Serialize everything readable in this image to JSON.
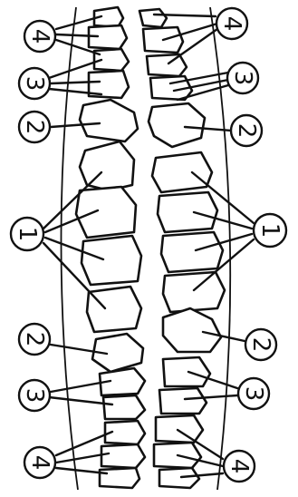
{
  "figure": {
    "kind": "dental-arch-diagram",
    "orientation": "rotated-90",
    "line_color": "#111111",
    "background": "#ffffff",
    "markers": {
      "left": [
        {
          "label": "4",
          "group": "molars"
        },
        {
          "label": "3",
          "group": "premolars"
        },
        {
          "label": "2",
          "group": "canine"
        },
        {
          "label": "1",
          "group": "incisors"
        },
        {
          "label": "2",
          "group": "canine"
        },
        {
          "label": "3",
          "group": "premolars"
        },
        {
          "label": "4",
          "group": "molars"
        }
      ],
      "right": [
        {
          "label": "4",
          "group": "molars"
        },
        {
          "label": "3",
          "group": "premolars"
        },
        {
          "label": "2",
          "group": "canine"
        },
        {
          "label": "1",
          "group": "incisors"
        },
        {
          "label": "2",
          "group": "canine"
        },
        {
          "label": "3",
          "group": "premolars"
        },
        {
          "label": "4",
          "group": "molars"
        }
      ]
    }
  }
}
